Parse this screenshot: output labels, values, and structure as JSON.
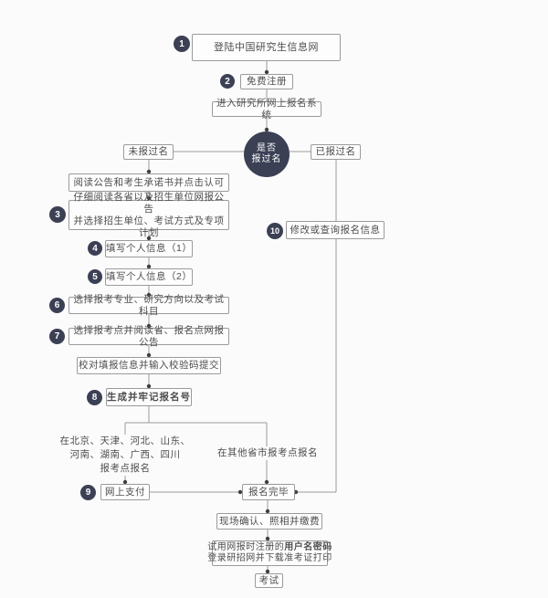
{
  "flowchart": {
    "colors": {
      "background": "#fbfbfb",
      "line": "#9b9b9b",
      "box_border": "#9b9b9b",
      "text": "#4d4d4d",
      "badge": "#3b4054"
    },
    "steps": {
      "s1": {
        "num": "1",
        "label": "登陆中国研究生信息网"
      },
      "s2": {
        "num": "2",
        "label": "免费注册"
      },
      "enter": {
        "label": "进入研究所网上报名系统"
      },
      "decision": {
        "line1": "是否",
        "line2": "报过名"
      },
      "not_registered": {
        "label": "未报过名"
      },
      "registered": {
        "label": "已报过名"
      },
      "read_notice": {
        "label": "阅读公告和考生承诺书并点击认可"
      },
      "s3": {
        "num": "3",
        "line1": "仔细阅读各省以及招生单位网报公告",
        "line2": "并选择招生单位、考试方式及专项计划"
      },
      "s10": {
        "num": "10",
        "label": "修改或查询报名信息"
      },
      "s4": {
        "num": "4",
        "label": "填写个人信息（1）"
      },
      "s5": {
        "num": "5",
        "label": "填写个人信息（2）"
      },
      "s6": {
        "num": "6",
        "label": "选择报考专业、研究方向以及考试科目"
      },
      "s7": {
        "num": "7",
        "label": "选择报考点并阅读省、报名点网报公告"
      },
      "verify": {
        "label": "校对填报信息并输入校验码提交"
      },
      "s8": {
        "num": "8",
        "label": "生成并牢记报名号"
      },
      "branch_left": {
        "line1": "在北京、天津、河北、山东、",
        "line2": "河南、湖南、广西、四川",
        "line3": "报考点报名"
      },
      "branch_right": {
        "label": "在其他省市报考点报名"
      },
      "s9": {
        "num": "9",
        "label": "网上支付"
      },
      "complete": {
        "label": "报名完毕"
      },
      "onsite": {
        "label": "现场确认、照相并缴费"
      },
      "download": {
        "line1a": "试用网报时注册的",
        "line1b": "用户名密码",
        "line2": "登录研招网并下载准考证打印"
      },
      "exam": {
        "label": "考试"
      }
    }
  }
}
